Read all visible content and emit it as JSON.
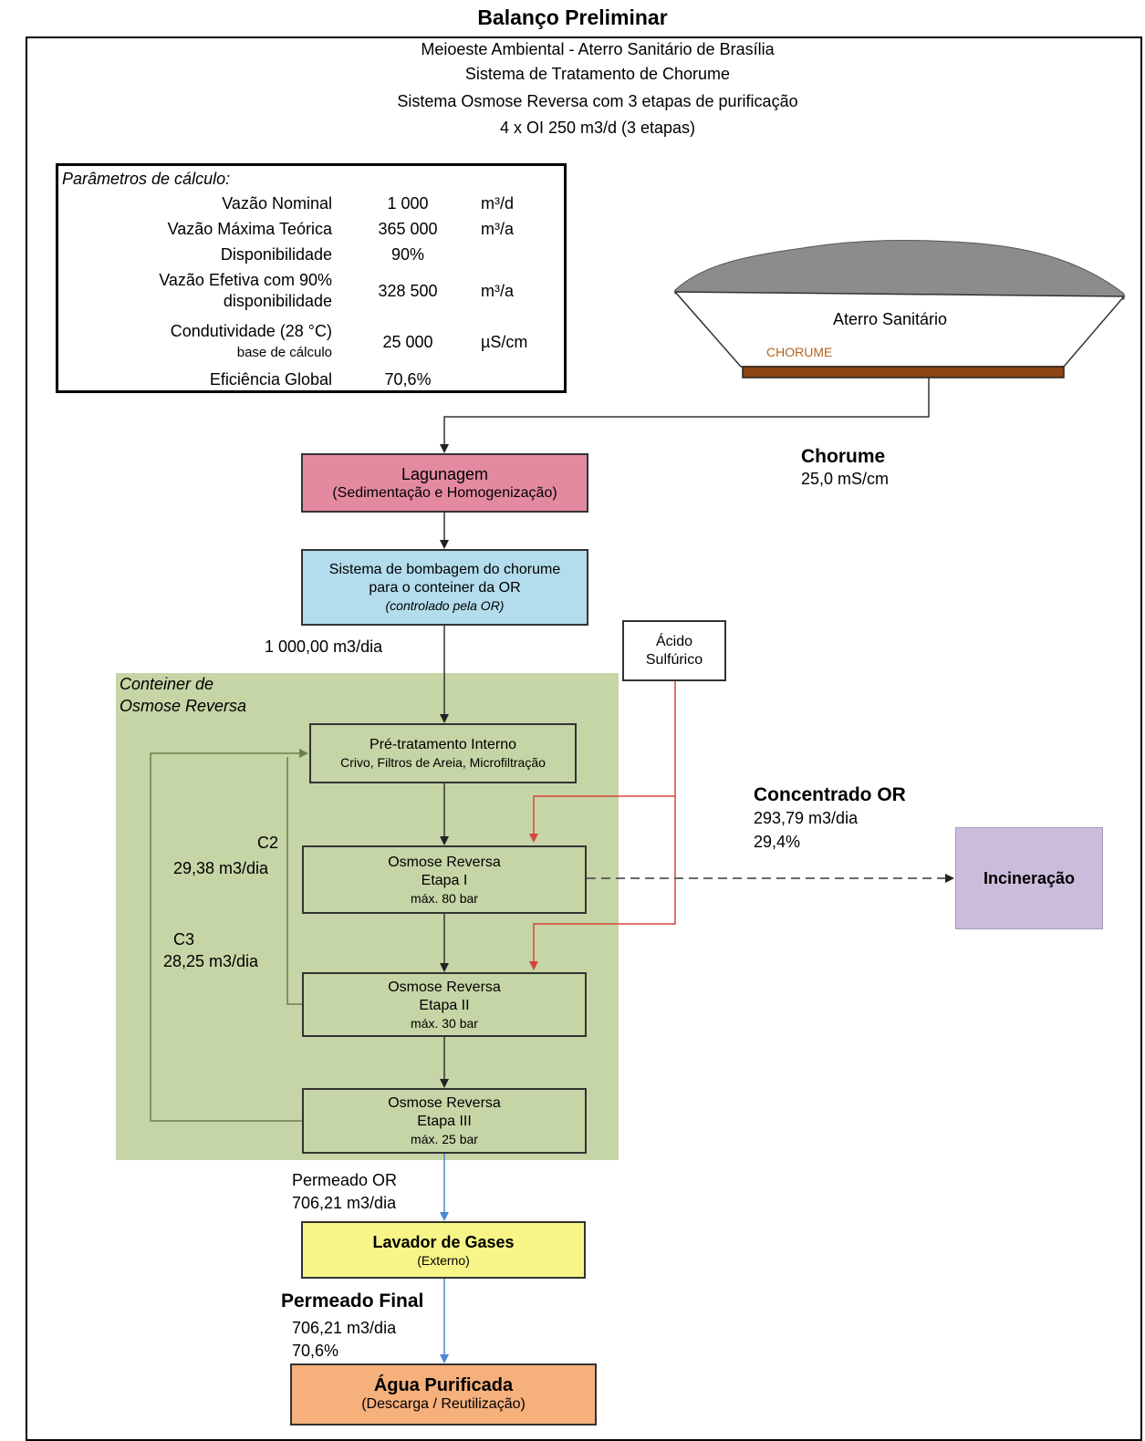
{
  "title": "Balanço Preliminar",
  "header": {
    "line1": "Meioeste Ambiental - Aterro Sanitário de Brasília",
    "line2": "Sistema de Tratamento de Chorume",
    "line3": "Sistema Osmose Reversa com 3 etapas de purificação",
    "line4": "4 x OI 250 m3/d (3 etapas)"
  },
  "params": {
    "title": "Parâmetros de cálculo:",
    "rows": [
      {
        "label": "Vazão Nominal",
        "value": "1 000",
        "unit": "m³/d"
      },
      {
        "label": "Vazão Máxima Teórica",
        "value": "365 000",
        "unit": "m³/a"
      },
      {
        "label": "Disponibilidade",
        "value": "90%",
        "unit": ""
      },
      {
        "label": "Vazão Efetiva com 90% disponibilidade",
        "label_a": "Vazão Efetiva com 90%",
        "label_b": "disponibilidade",
        "value": "328 500",
        "unit": "m³/a"
      },
      {
        "label": "Condutividade (28 °C) base de cálculo",
        "label_a": "Condutividade (28 °C)",
        "label_b": "base de cálculo",
        "value": "25 000",
        "unit": "µS/cm"
      },
      {
        "label": "Eficiência Global",
        "value": "70,6%",
        "unit": ""
      }
    ]
  },
  "landfill": {
    "label": "Aterro Sanitário",
    "leachate_label": "CHORUME"
  },
  "chorume_flow": {
    "title": "Chorume",
    "value": "25,0 mS/cm"
  },
  "lagunagem": {
    "line1": "Lagunagem",
    "line2": "(Sedimentação e Homogenização)"
  },
  "bombagem": {
    "line1": "Sistema de bombagem do chorume",
    "line2": "para o conteiner da OR",
    "line3": "(controlado pela OR)"
  },
  "flow_in": "1 000,00 m3/dia",
  "acid": {
    "line1": "Ácido",
    "line2": "Sulfúrico"
  },
  "container": {
    "line1": "Conteiner de",
    "line2": "Osmose Reversa"
  },
  "pretreatment": {
    "line1": "Pré-tratamento Interno",
    "line2": "Crivo, Filtros de Areia, Microfiltração"
  },
  "stage1": {
    "line1": "Osmose Reversa",
    "line2": "Etapa I",
    "line3": "máx. 80 bar"
  },
  "stage2": {
    "line1": "Osmose Reversa",
    "line2": "Etapa II",
    "line3": "máx. 30 bar"
  },
  "stage3": {
    "line1": "Osmose Reversa",
    "line2": "Etapa III",
    "line3": "máx. 25 bar"
  },
  "recycle_c2": {
    "name": "C2",
    "value": "29,38 m3/dia"
  },
  "recycle_c3": {
    "name": "C3",
    "value": "28,25 m3/dia"
  },
  "concentrado": {
    "title": "Concentrado OR",
    "value": "293,79 m3/dia",
    "percent": "29,4%"
  },
  "incineracao": "Incineração",
  "permeado_or": {
    "title": "Permeado OR",
    "value": "706,21 m3/dia"
  },
  "lavador": {
    "line1": "Lavador de Gases",
    "line2": "(Externo)"
  },
  "permeado_final": {
    "title": "Permeado Final",
    "value": "706,21 m3/dia",
    "percent": "70,6%"
  },
  "agua": {
    "line1": "Água Purificada",
    "line2": "(Descarga / Reutilização)"
  },
  "colors": {
    "lagunagem": "#e48aa0",
    "bombagem": "#b3dcec",
    "container": "#c5d5a6",
    "incineracao": "#cbbcdb",
    "lavador": "#f7f587",
    "agua": "#f5b07c",
    "acid_line": "#d9453c",
    "permeate_line": "#4d86d6",
    "leachate_bar": "#8b4513"
  }
}
